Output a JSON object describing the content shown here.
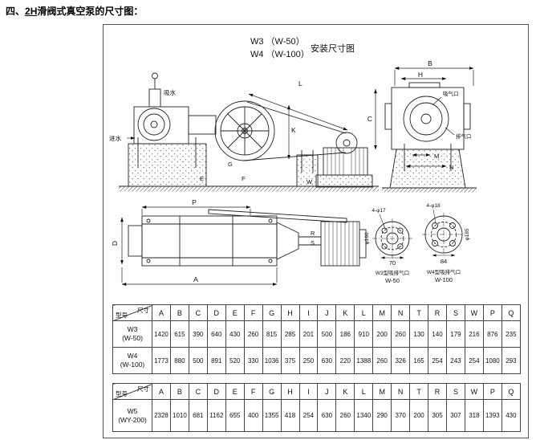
{
  "page": {
    "title_prefix": "四、",
    "title_underlined": "2H",
    "title_rest": "滑阀式真空泵的尺寸图："
  },
  "diagram": {
    "heading": {
      "line1": "W3 （W-50）",
      "line2": "W4 （W-100）",
      "caption": "安装尺寸图"
    },
    "dims": {
      "L": "L",
      "K": "K",
      "E": "E",
      "F": "F",
      "G": "G",
      "W": "W",
      "B": "B",
      "H": "H",
      "C": "C",
      "M": "M",
      "N": "N",
      "P": "P",
      "A": "A",
      "D": "D",
      "R": "R",
      "S": "S"
    },
    "notes": {
      "water_inlet": "进水",
      "suction_water": "吸水",
      "suction_port": "吸气口",
      "exhaust_port": "排气口",
      "flange1_holes": "4-φ17",
      "flange2_holes": "4-φ18",
      "flange1_circle": "φ160",
      "flange2_circle": "φ185",
      "flange1_pitch": "70",
      "flange2_pitch": "84",
      "flange1_name": "W3型吸排气口",
      "flange1_model": "W-50",
      "flange2_name": "W4型吸排气口",
      "flange2_model": "W-100"
    }
  },
  "tables": [
    {
      "corner_top": "尺寸",
      "corner_bottom": "型号",
      "columns": [
        "A",
        "B",
        "C",
        "D",
        "E",
        "F",
        "G",
        "H",
        "I",
        "J",
        "K",
        "L",
        "M",
        "N",
        "T",
        "R",
        "S",
        "W",
        "P",
        "Q"
      ],
      "rows": [
        {
          "model": "W3",
          "sub": "(W-50)",
          "values": [
            "1420",
            "615",
            "390",
            "640",
            "430",
            "260",
            "815",
            "285",
            "201",
            "500",
            "186",
            "910",
            "200",
            "260",
            "130",
            "140",
            "179",
            "216",
            "876",
            "235"
          ]
        },
        {
          "model": "W4",
          "sub": "(W-100)",
          "values": [
            "1773",
            "880",
            "500",
            "891",
            "520",
            "330",
            "1036",
            "375",
            "250",
            "630",
            "220",
            "1388",
            "260",
            "326",
            "165",
            "254",
            "243",
            "254",
            "1080",
            "293"
          ]
        }
      ]
    },
    {
      "corner_top": "尺寸",
      "corner_bottom": "型号",
      "columns": [
        "A",
        "B",
        "C",
        "D",
        "E",
        "F",
        "G",
        "H",
        "I",
        "J",
        "K",
        "L",
        "M",
        "N",
        "T",
        "R",
        "S",
        "W",
        "P",
        "Q"
      ],
      "rows": [
        {
          "model": "W5",
          "sub": "(WY-200)",
          "values": [
            "2328",
            "1010",
            "681",
            "1162",
            "655",
            "400",
            "1355",
            "418",
            "254",
            "630",
            "260",
            "1340",
            "290",
            "370",
            "200",
            "305",
            "307",
            "318",
            "1393",
            "430"
          ]
        }
      ]
    }
  ]
}
